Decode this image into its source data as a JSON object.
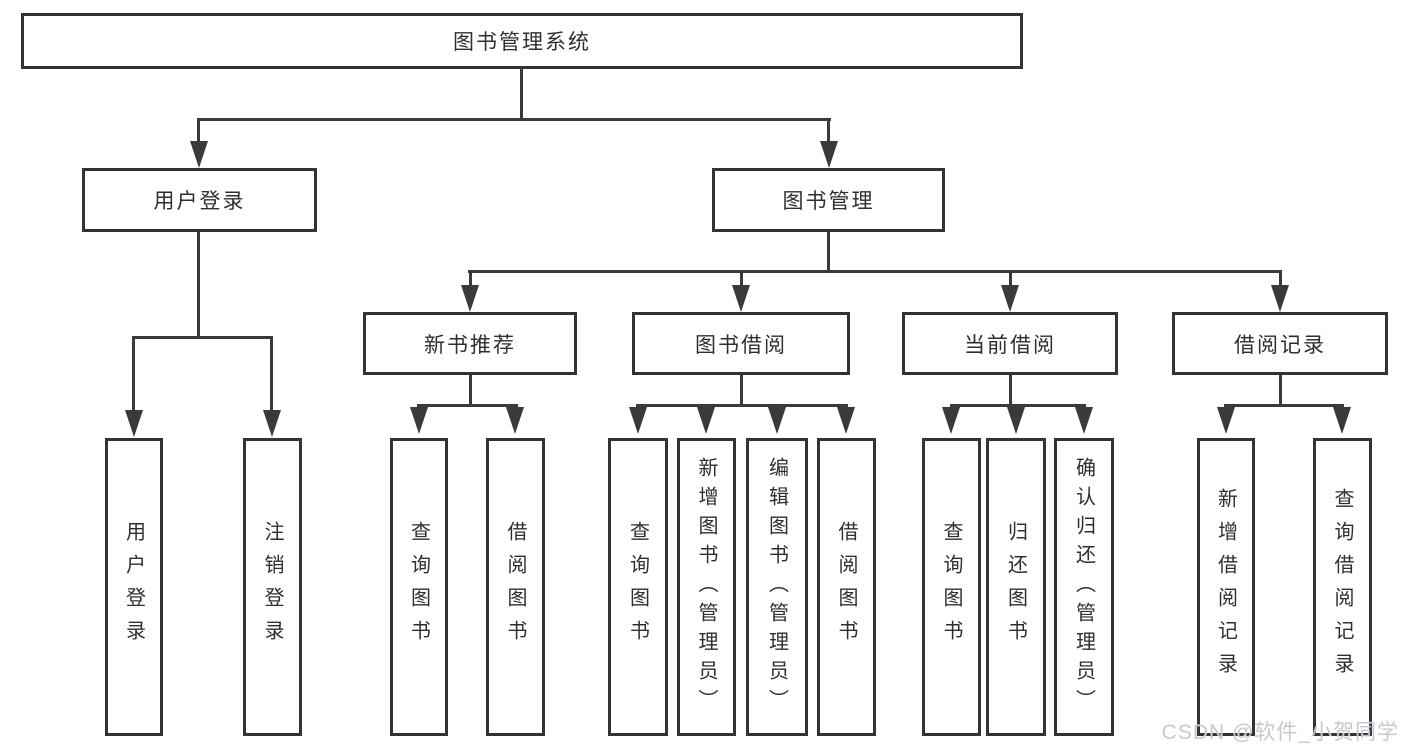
{
  "diagram": {
    "root": {
      "label": "图书管理系统",
      "children": [
        {
          "label": "用户登录",
          "children": [
            {
              "label": "用户登录"
            },
            {
              "label": "注销登录"
            }
          ]
        },
        {
          "label": "图书管理",
          "children": [
            {
              "label": "新书推荐",
              "children": [
                {
                  "label": "查询图书"
                },
                {
                  "label": "借阅图书"
                }
              ]
            },
            {
              "label": "图书借阅",
              "children": [
                {
                  "label": "查询图书"
                },
                {
                  "label": "新增图书（管理员）"
                },
                {
                  "label": "编辑图书（管理员）"
                },
                {
                  "label": "借阅图书"
                }
              ]
            },
            {
              "label": "当前借阅",
              "children": [
                {
                  "label": "查询图书"
                },
                {
                  "label": "归还图书"
                },
                {
                  "label": "确认归还（管理员）"
                }
              ]
            },
            {
              "label": "借阅记录",
              "children": [
                {
                  "label": "新增借阅记录"
                },
                {
                  "label": "查询借阅记录"
                }
              ]
            }
          ]
        }
      ]
    }
  },
  "watermark": {
    "text": "CSDN @软件_小贺同学"
  },
  "colors": {
    "line": "#3a3a3a",
    "box_border": "#333333",
    "box_background": "#ffffff",
    "text": "#2f2f2f",
    "watermark": "#c1c6cf"
  }
}
